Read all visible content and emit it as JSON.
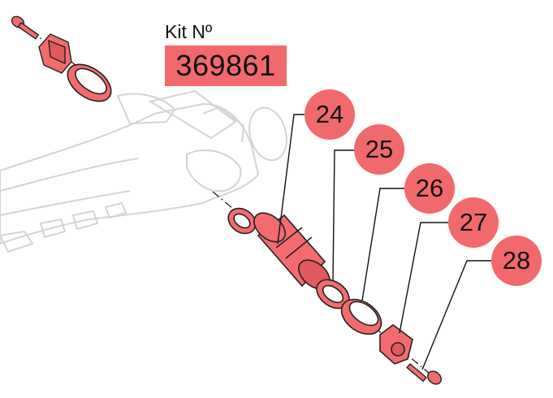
{
  "kit": {
    "label": "Kit Nº",
    "number": "369861"
  },
  "callouts": [
    "24",
    "25",
    "26",
    "27",
    "28"
  ],
  "colors": {
    "accent": "#f2696c",
    "part_fill": "#f46b6e",
    "ghost": "#d9d9d9",
    "line": "#111111"
  }
}
